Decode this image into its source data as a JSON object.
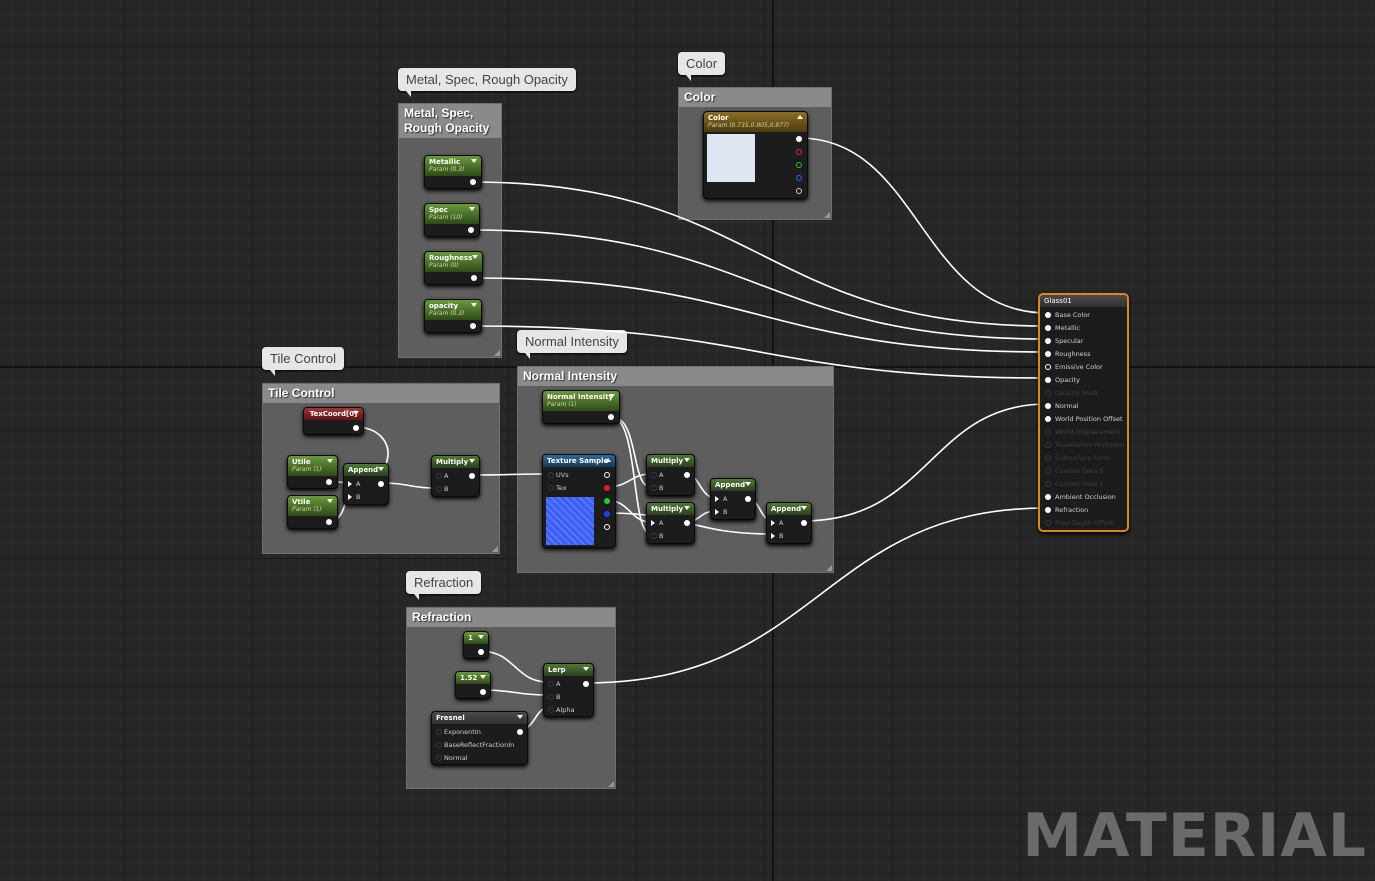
{
  "comments": {
    "metal": {
      "bubble": "Metal, Spec, Rough Opacity",
      "title": "Metal, Spec, Rough Opacity"
    },
    "color": {
      "bubble": "Color",
      "title": "Color"
    },
    "tile": {
      "bubble": "Tile Control",
      "title": "Tile Control"
    },
    "normal": {
      "bubble": "Normal Intensity",
      "title": "Normal Intensity"
    },
    "refraction": {
      "bubble": "Refraction",
      "title": "Refraction"
    }
  },
  "nodes": {
    "metallic": {
      "title": "Metallic",
      "sub": "Param (0.3)"
    },
    "spec": {
      "title": "Spec",
      "sub": "Param (10)"
    },
    "roughness": {
      "title": "Roughness",
      "sub": "Param (0)"
    },
    "opacity": {
      "title": "opacity",
      "sub": "Param (0.3)"
    },
    "color": {
      "title": "Color",
      "sub": "Param (0.735,0.805,0.877)",
      "swatch": "#dfe6f2"
    },
    "texcoord": {
      "title": "TexCoord[0]"
    },
    "utile": {
      "title": "Utile",
      "sub": "Param (1)"
    },
    "vtile": {
      "title": "Vtile",
      "sub": "Param (1)"
    },
    "append1": {
      "title": "Append",
      "pins": [
        "A",
        "B"
      ]
    },
    "multiply1": {
      "title": "Multiply",
      "pins": [
        "A",
        "B"
      ]
    },
    "normal_intensity": {
      "title": "Normal Intensity",
      "sub": "Param (1)"
    },
    "texture": {
      "title": "Texture Sample",
      "pins": [
        "UVs",
        "Tex"
      ]
    },
    "multiply2": {
      "title": "Multiply",
      "pins": [
        "A",
        "B"
      ]
    },
    "multiply3": {
      "title": "Multiply",
      "pins": [
        "A",
        "B"
      ]
    },
    "append2": {
      "title": "Append",
      "pins": [
        "A",
        "B"
      ]
    },
    "append3": {
      "title": "Append",
      "pins": [
        "A",
        "B"
      ]
    },
    "const1": {
      "title": "1"
    },
    "const152": {
      "title": "1.52"
    },
    "lerp": {
      "title": "Lerp",
      "pins": [
        "A",
        "B",
        "Alpha"
      ]
    },
    "fresnel": {
      "title": "Fresnel",
      "pins": [
        "ExponentIn",
        "BaseReflectFractionIn",
        "Normal"
      ]
    }
  },
  "result": {
    "title": "Glass01",
    "pins": [
      {
        "label": "Base Color",
        "active": true
      },
      {
        "label": "Metallic",
        "active": true
      },
      {
        "label": "Specular",
        "active": true
      },
      {
        "label": "Roughness",
        "active": true
      },
      {
        "label": "Emissive Color",
        "active": true
      },
      {
        "label": "Opacity",
        "active": true
      },
      {
        "label": "Opacity Mask",
        "active": false
      },
      {
        "label": "Normal",
        "active": true
      },
      {
        "label": "World Position Offset",
        "active": true
      },
      {
        "label": "World Displacement",
        "active": false
      },
      {
        "label": "Tessellation Multiplier",
        "active": false
      },
      {
        "label": "Subsurface Color",
        "active": false
      },
      {
        "label": "Custom Data 0",
        "active": false
      },
      {
        "label": "Custom Data 1",
        "active": false
      },
      {
        "label": "Ambient Occlusion",
        "active": true
      },
      {
        "label": "Refraction",
        "active": true
      },
      {
        "label": "Pixel Depth Offset",
        "active": false
      }
    ],
    "border_color": "#d9891a"
  },
  "watermark": "MATERIAL",
  "colors": {
    "background": "#262626",
    "wire": "#ffffff",
    "comment_body": "#5e5e5e",
    "comment_head": "#8a8a8a"
  }
}
